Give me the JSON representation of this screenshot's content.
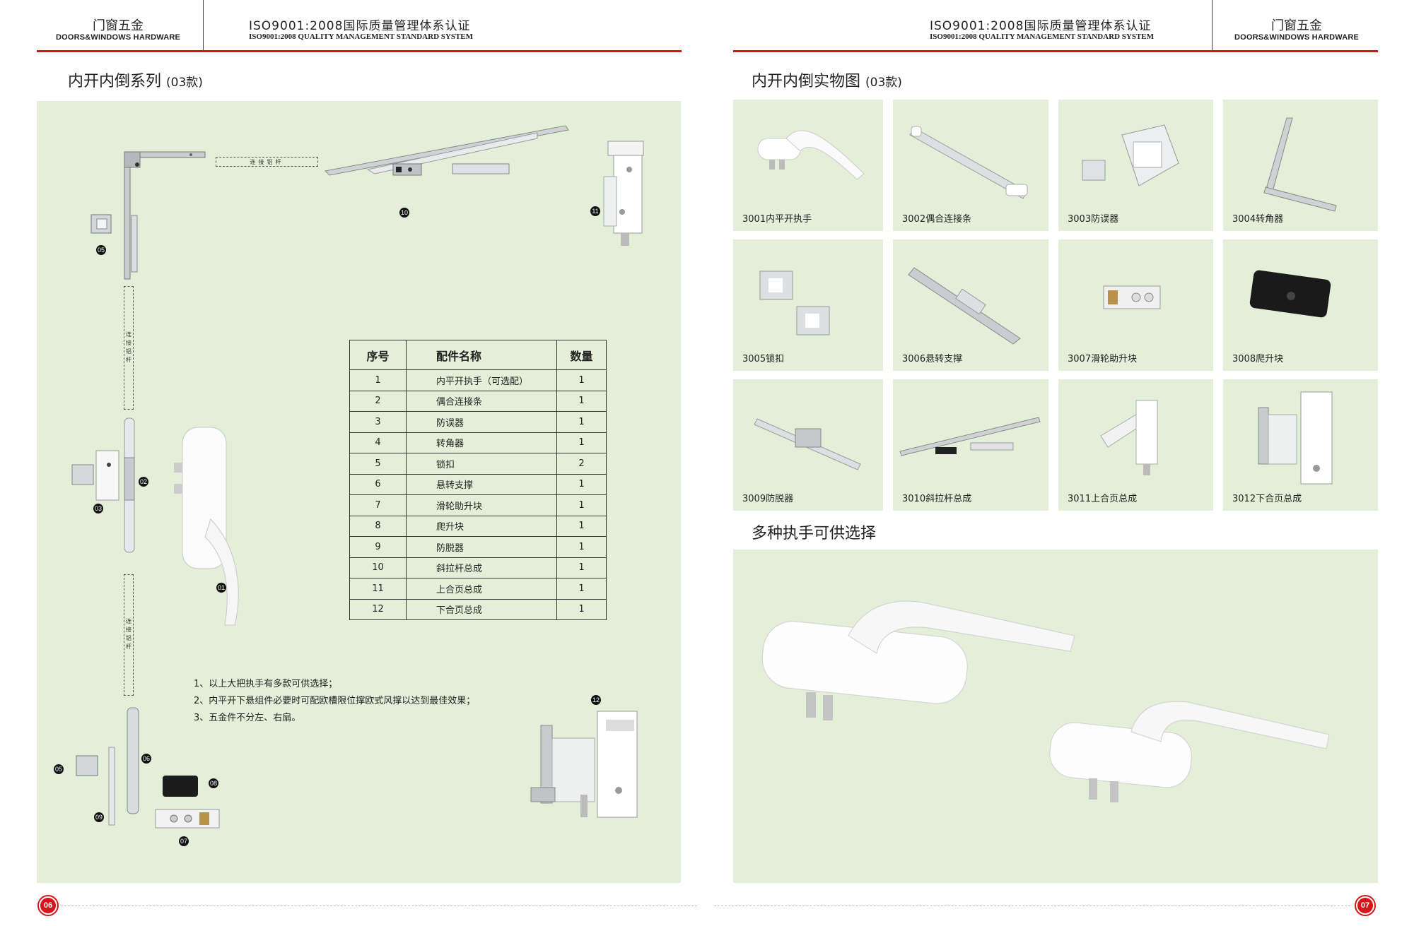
{
  "left_page": {
    "brand_cn": "门窗五金",
    "brand_en": "DOORS&WINDOWS HARDWARE",
    "iso_cn": "ISO9001:2008国际质量管理体系认证",
    "iso_en": "ISO9001:2008 QUALITY MANAGEMENT STANDARD SYSTEM",
    "section_title": "内开内倒系列",
    "section_sub": "(03款)",
    "connector_label": "连接铝杆",
    "callouts": [
      "01",
      "02",
      "03",
      "05",
      "05",
      "06",
      "07",
      "08",
      "09",
      "10",
      "11",
      "12"
    ],
    "table": {
      "headers": [
        "序号",
        "配件名称",
        "数量"
      ],
      "rows": [
        [
          "1",
          "内平开执手（可选配）",
          "1"
        ],
        [
          "2",
          "偶合连接条",
          "1"
        ],
        [
          "3",
          "防误器",
          "1"
        ],
        [
          "4",
          "转角器",
          "1"
        ],
        [
          "5",
          "锁扣",
          "2"
        ],
        [
          "6",
          "悬转支撑",
          "1"
        ],
        [
          "7",
          "滑轮助升块",
          "1"
        ],
        [
          "8",
          "爬升块",
          "1"
        ],
        [
          "9",
          "防脱器",
          "1"
        ],
        [
          "10",
          "斜拉杆总成",
          "1"
        ],
        [
          "11",
          "上合页总成",
          "1"
        ],
        [
          "12",
          "下合页总成",
          "1"
        ]
      ]
    },
    "notes": [
      "1、以上大把执手有多款可供选择；",
      "2、内平开下悬组件必要时可配欧槽限位撑欧式风撑以达到最佳效果；",
      "3、五金件不分左、右扇。"
    ],
    "page_number": "06"
  },
  "right_page": {
    "iso_cn": "ISO9001:2008国际质量管理体系认证",
    "iso_en": "ISO9001:2008 QUALITY MANAGEMENT STANDARD SYSTEM",
    "brand_cn": "门窗五金",
    "brand_en": "DOORS&WINDOWS HARDWARE",
    "section_title": "内开内倒实物图",
    "section_sub": "(03款)",
    "products": [
      "3001内平开执手",
      "3002偶合连接条",
      "3003防误器",
      "3004转角器",
      "3005锁扣",
      "3006悬转支撑",
      "3007滑轮助升块",
      "3008爬升块",
      "3009防脱器",
      "3010斜拉杆总成",
      "3011上合页总成",
      "3012下合页总成"
    ],
    "handles_title": "多种执手可供选择",
    "page_number": "07"
  },
  "colors": {
    "accent": "#d8141a",
    "panel": "#e3efd8"
  }
}
